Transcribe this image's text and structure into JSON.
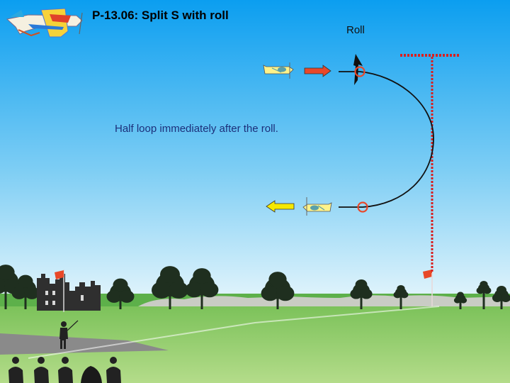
{
  "title": "P-13.06: Split S with roll",
  "labels": {
    "roll": "Roll",
    "caption": "Half loop immediately after the roll."
  },
  "colors": {
    "sky_top": "#0b9ef0",
    "sky_bottom": "#e6f6fc",
    "grass_far": "#5db04a",
    "grass_near": "#b4dc8a",
    "runway": "#8a8a8a",
    "flight_path": "#111111",
    "roll_marker": "#e8482a",
    "entry_arrow": "#e8482a",
    "exit_arrow": "#f5e800",
    "center_marker": "#d92020",
    "tree": "#1f2f1f",
    "flag": "#e84828"
  },
  "icons": {
    "logo": "aerobatic-plane-logo",
    "entry_plane": "plane-icon",
    "exit_plane": "plane-inverted-icon",
    "pilot": "pilot-figure-icon",
    "judges": "judge-figure-icon",
    "flags": "wind-flag-icon",
    "castle": "castle-ruin-icon"
  }
}
